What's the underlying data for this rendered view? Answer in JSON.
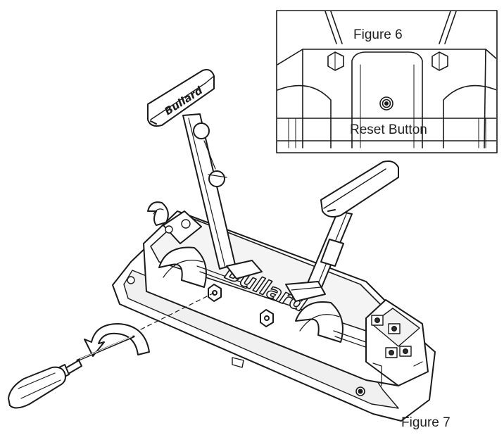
{
  "inset": {
    "figure_label": "Figure 6",
    "callout_label": "Reset Button"
  },
  "main": {
    "figure_label": "Figure 7",
    "brand_logo_text": "Bullard"
  },
  "colors": {
    "line": "#1a1a1a",
    "body_fill": "#ffffff",
    "shade": "#e6e6e6",
    "dark_fill": "#333333"
  },
  "icons": [
    "screwdriver-icon",
    "counterclockwise-arrow-icon",
    "reset-button-icon"
  ]
}
